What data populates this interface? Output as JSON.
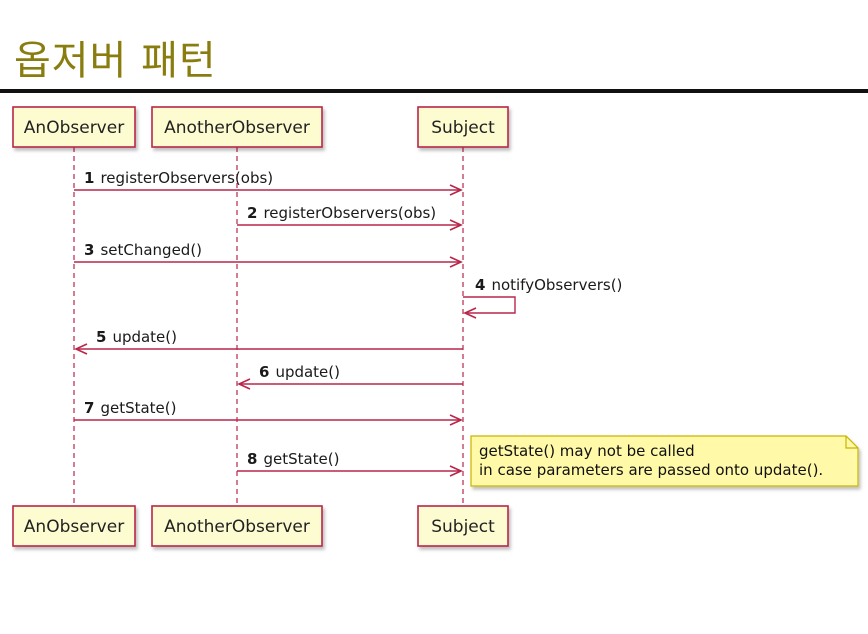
{
  "page": {
    "title": "옵저버 패턴"
  },
  "participants": [
    {
      "id": "anobserver",
      "name": "AnObserver"
    },
    {
      "id": "anotherobserver",
      "name": "AnotherObserver"
    },
    {
      "id": "subject",
      "name": "Subject"
    }
  ],
  "messages": [
    {
      "num": "1",
      "label": "registerObservers(obs)",
      "from": "anobserver",
      "to": "subject"
    },
    {
      "num": "2",
      "label": "registerObservers(obs)",
      "from": "anotherobserver",
      "to": "subject"
    },
    {
      "num": "3",
      "label": "setChanged()",
      "from": "anobserver",
      "to": "subject"
    },
    {
      "num": "4",
      "label": "notifyObservers()",
      "from": "subject",
      "to": "subject"
    },
    {
      "num": "5",
      "label": "update()",
      "from": "subject",
      "to": "anobserver"
    },
    {
      "num": "6",
      "label": "update()",
      "from": "subject",
      "to": "anotherobserver"
    },
    {
      "num": "7",
      "label": "getState()",
      "from": "anobserver",
      "to": "subject"
    },
    {
      "num": "8",
      "label": "getState()",
      "from": "anotherobserver",
      "to": "subject"
    }
  ],
  "note": {
    "lines": [
      "getState() may not be called",
      "in case parameters are passed onto update()."
    ]
  },
  "colors": {
    "title": "#8a7d10",
    "arrow": "#b8264a",
    "box_fill": "#fdfbd0",
    "box_border": "#b8264a",
    "note_fill": "#fff9a8",
    "note_border": "#c9b400"
  }
}
